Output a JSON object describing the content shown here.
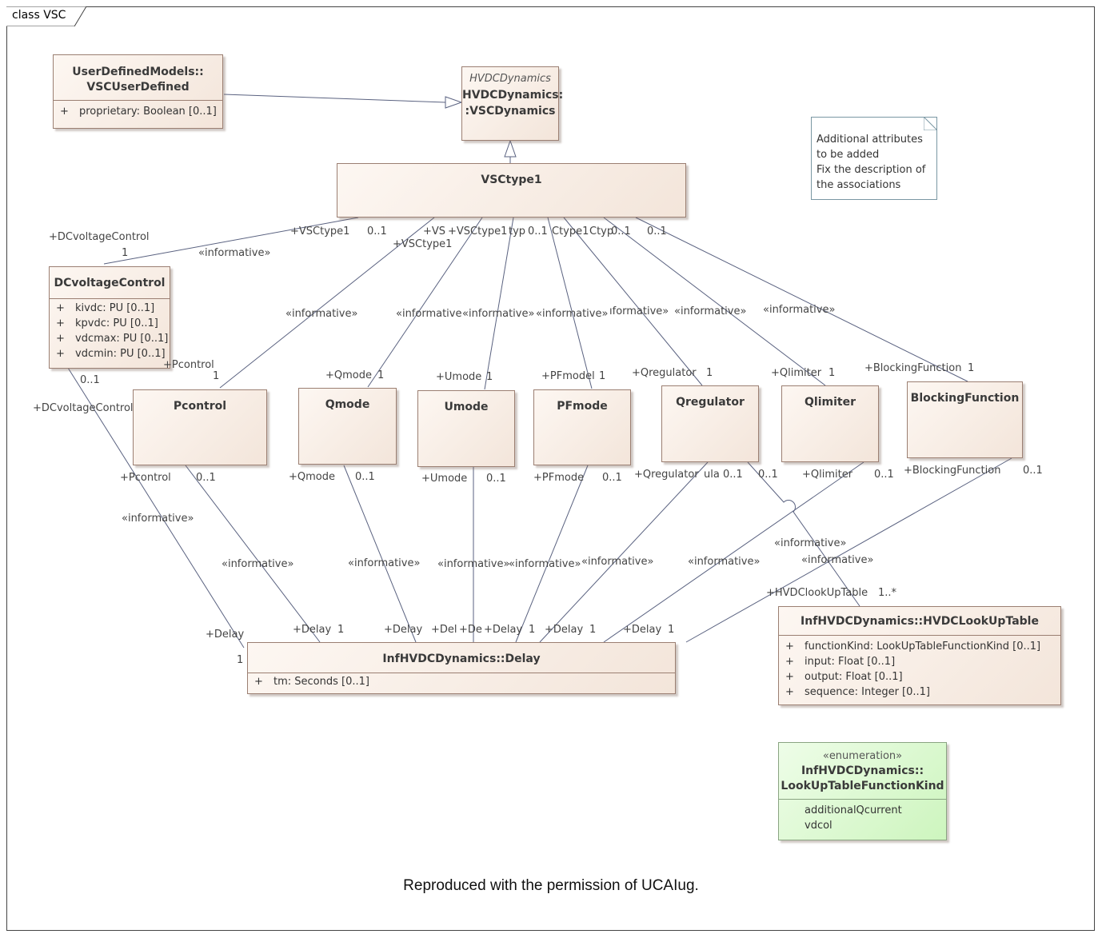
{
  "frame": {
    "title": "class VSC"
  },
  "note": {
    "lines": [
      "Additional attributes",
      "to be added",
      "Fix the description of",
      "the associations"
    ]
  },
  "classes": {
    "userdefined": {
      "name_line1": "UserDefinedModels::",
      "name_line2": "VSCUserDefined",
      "attrs": [
        {
          "vis": "+",
          "text": "proprietary: Boolean [0..1]"
        }
      ]
    },
    "vscdynamics": {
      "stereotype": "HVDCDynamics",
      "name_line1": "HVDCDynamics:",
      "name_line2": ":VSCDynamics"
    },
    "vsctype1": {
      "name": "VSCtype1"
    },
    "dcvoltagecontrol": {
      "name": "DCvoltageControl",
      "attrs": [
        {
          "vis": "+",
          "text": "kivdc: PU [0..1]"
        },
        {
          "vis": "+",
          "text": "kpvdc: PU [0..1]"
        },
        {
          "vis": "+",
          "text": "vdcmax: PU [0..1]"
        },
        {
          "vis": "+",
          "text": "vdcmin: PU [0..1]"
        }
      ]
    },
    "pcontrol": {
      "name": "Pcontrol"
    },
    "qmode": {
      "name": "Qmode"
    },
    "umode": {
      "name": "Umode"
    },
    "pfmode": {
      "name": "PFmode"
    },
    "qregulator": {
      "name": "Qregulator"
    },
    "qlimiter": {
      "name": "Qlimiter"
    },
    "blockingfunction": {
      "name": "BlockingFunction"
    },
    "delay": {
      "name": "InfHVDCDynamics::Delay",
      "attrs": [
        {
          "vis": "+",
          "text": "tm: Seconds [0..1]"
        }
      ]
    },
    "lookuptable": {
      "name": "InfHVDCDynamics::HVDCLookUpTable",
      "attrs": [
        {
          "vis": "+",
          "text": "functionKind: LookUpTableFunctionKind [0..1]"
        },
        {
          "vis": "+",
          "text": "input: Float [0..1]"
        },
        {
          "vis": "+",
          "text": "output: Float [0..1]"
        },
        {
          "vis": "+",
          "text": "sequence: Integer [0..1]"
        }
      ]
    },
    "enumeration": {
      "stereotype": "«enumeration»",
      "name_line1": "InfHVDCDynamics::",
      "name_line2": "LookUpTableFunctionKind",
      "literals": [
        "additionalQcurrent",
        "vdcol"
      ]
    }
  },
  "labels": {
    "dc_role_top": "+DCvoltageControl",
    "dc_mult_top": "1",
    "dc_info_top": "«informative»",
    "dc_vsc_role": "+VSCtype1",
    "dc_vsc_mult": "0..1",
    "p_vsc_role": "+VSCtype1",
    "p_vs": "+VS",
    "q_vsc_role": "+VSCtype1",
    "u_vsc_frag": "typ",
    "u_vsc_mult": "0..1",
    "pf_vsc_frag": "Ctype1",
    "qr_vsc_frag": "Ctyp",
    "qr_vsc_mult": "0..1",
    "ql_vsc_mult": "0..1",
    "info_p": "«informative»",
    "info_q": "«informative",
    "info_u": "«informative»",
    "info_pf": "«informative»",
    "info_qr": "ıformative»",
    "info_ql": "«informative»",
    "info_bf": "«informative»",
    "p_role": "+Pcontrol",
    "p_mult": "1",
    "q_role": "+Qmode",
    "q_mult": "1",
    "u_role": "+Umode",
    "u_mult": "1",
    "pf_role": "+PFmodel",
    "pf_mult": "1",
    "qr_role": "+Qregulator",
    "qr_mult": "1",
    "ql_role": "+Qlimiter",
    "ql_mult": "1",
    "bf_role": "+BlockingFunction",
    "bf_mult": "1",
    "dc_mult_bot": "0..1",
    "dc_role_bot": "+DCvoltageControl",
    "pb_role": "+Pcontrol",
    "pb_mult": "0..1",
    "qb_role": "+Qmode",
    "qb_mult": "0..1",
    "ub_role": "+Umode",
    "ub_mult": "0..1",
    "pfb_role": "+PFmode",
    "pfb_mult": "0..1",
    "qrb_role": "+Qregulator",
    "qrb_frag": "ula",
    "qrb_mult": "0..1",
    "qrb_mult2": "0..1",
    "qlb_role": "+Qlimiter",
    "qlb_mult": "0..1",
    "bfb_role": "+BlockingFunction",
    "bfb_mult": "0..1",
    "info_dc_delay": "«informative»",
    "info_pd": "«informative»",
    "info_qd": "«informative»",
    "info_ud": "«informative»",
    "info_pfd": "«informative»",
    "info_qrd": "«informative»",
    "info_qld": "«informative»",
    "info_lut1": "«informative»",
    "info_lut2": "«informative»",
    "lut_role": "+HVDClookUpTable",
    "lut_mult": "1..*",
    "d_role1": "+Delay",
    "d_mult1": "1",
    "d_role2": "+Delay",
    "d_mult2": "1",
    "d_role3": "+Delay",
    "d_role4": "+Del",
    "d_role5": "+De",
    "d_role6": "+Delay",
    "d_mult6": "1",
    "d_role7": "+Delay",
    "d_mult7": "1",
    "d_role8": "+Delay",
    "d_mult8": "1"
  },
  "caption": "Reproduced with the permission of UCAIug."
}
